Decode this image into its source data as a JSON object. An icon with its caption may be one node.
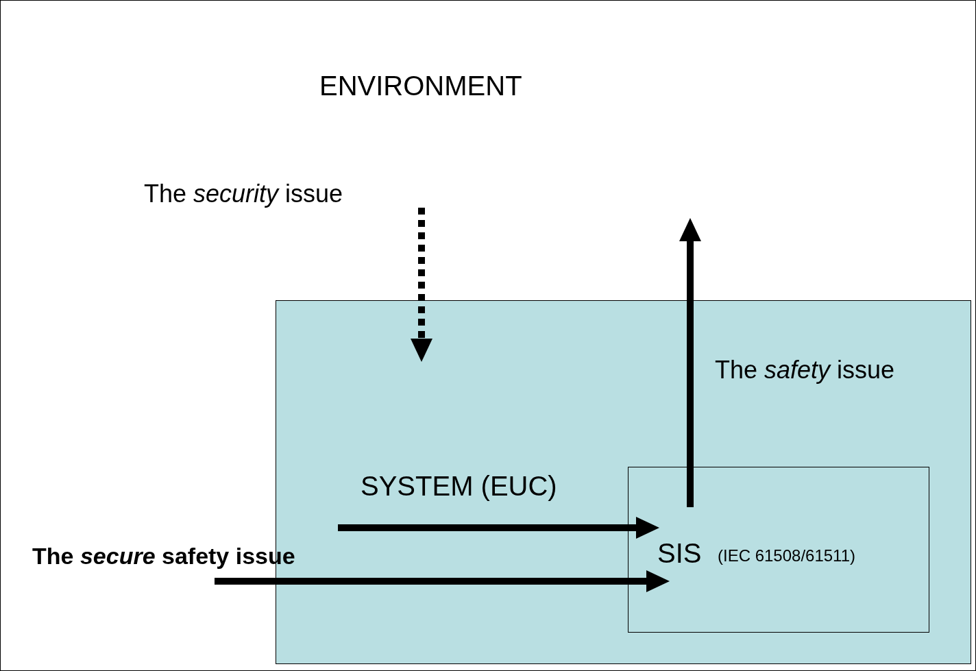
{
  "diagram": {
    "nodes": [
      {
        "text": [
          "ENVIRONMENT"
        ]
      },
      {
        "text": [
          "SYSTEM (EUC)"
        ],
        "in": 0
      },
      {
        "text": [
          "SIS",
          "(IEC 61508/61511)"
        ],
        "in": 1
      }
    ],
    "edges": [
      {
        "from": null,
        "to": 1,
        "arrow": "to",
        "style": "dashed"
      },
      {
        "from": 2,
        "to": null,
        "arrow": "to"
      },
      {
        "from": 1,
        "to": 2,
        "arrow": "to"
      },
      {
        "from": null,
        "to": 2,
        "arrow": "to"
      }
    ],
    "labels": [
      "The *security* issue",
      "The *safety* issue",
      "The *secure* safety issue"
    ]
  }
}
